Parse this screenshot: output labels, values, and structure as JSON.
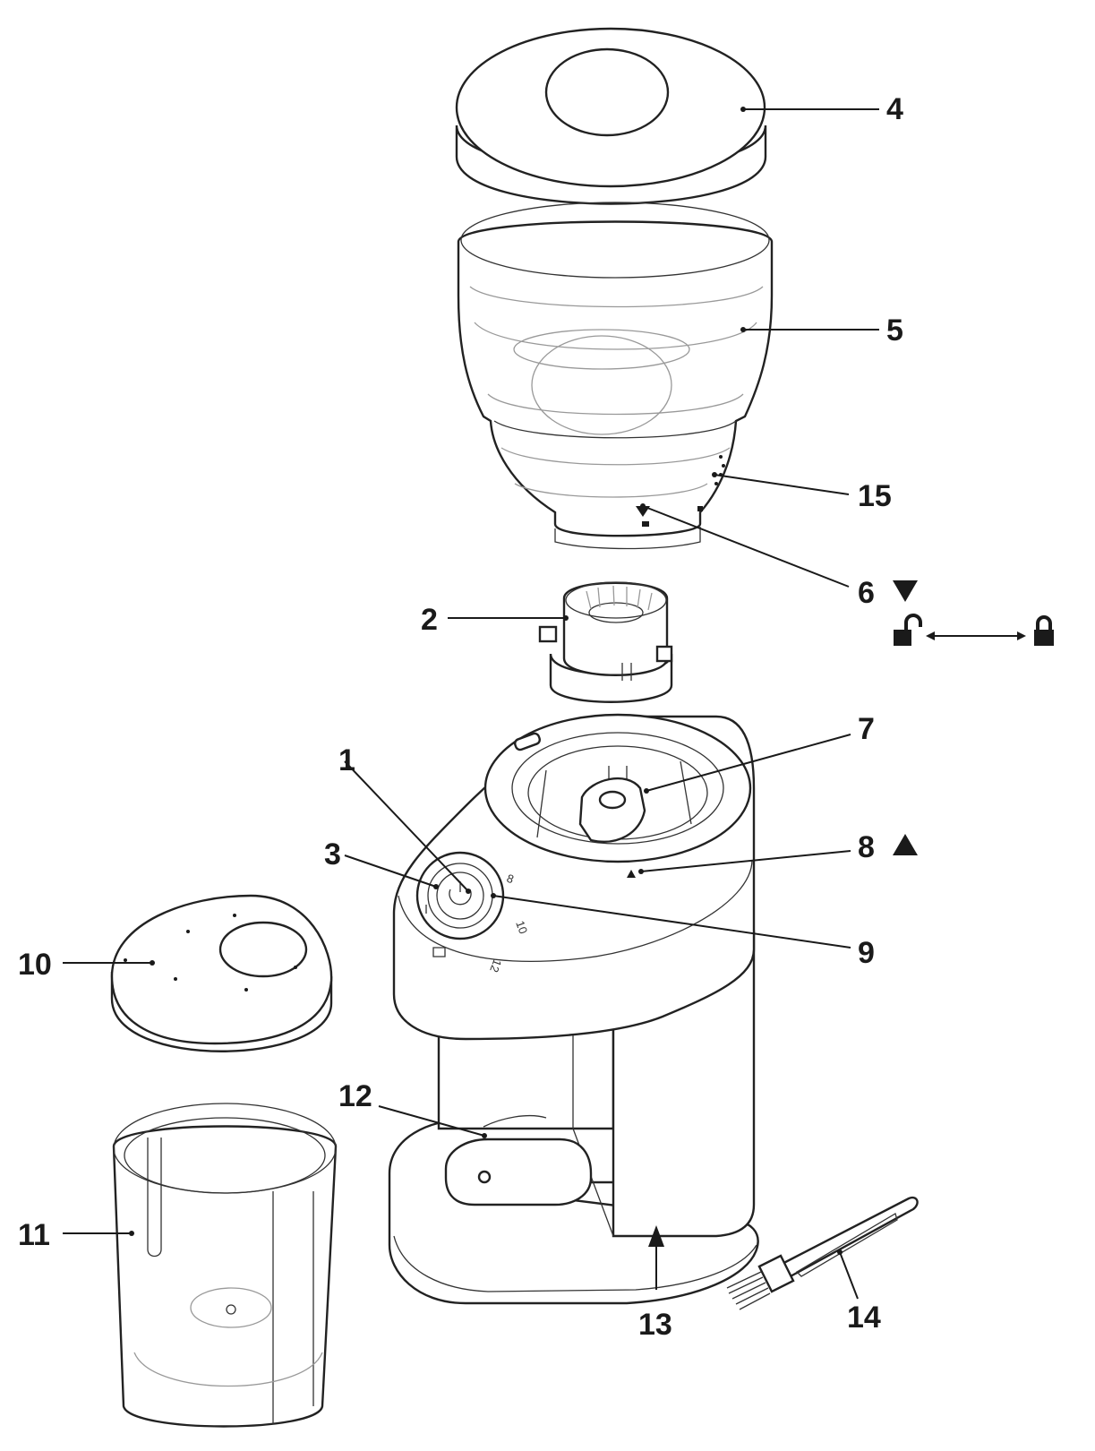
{
  "callouts": [
    {
      "id": "1",
      "text": "1"
    },
    {
      "id": "2",
      "text": "2"
    },
    {
      "id": "3",
      "text": "3"
    },
    {
      "id": "4",
      "text": "4"
    },
    {
      "id": "5",
      "text": "5"
    },
    {
      "id": "6",
      "text": "6"
    },
    {
      "id": "7",
      "text": "7"
    },
    {
      "id": "8",
      "text": "8"
    },
    {
      "id": "9",
      "text": "9"
    },
    {
      "id": "10",
      "text": "10"
    },
    {
      "id": "11",
      "text": "11"
    },
    {
      "id": "12",
      "text": "12"
    },
    {
      "id": "13",
      "text": "13"
    },
    {
      "id": "14",
      "text": "14"
    },
    {
      "id": "15",
      "text": "15"
    }
  ],
  "symbols": {
    "callout_6": "triangle-down-icon",
    "callout_8": "triangle-up-icon",
    "lock_legend": [
      "unlocked-padlock-icon",
      "double-arrow-icon",
      "locked-padlock-icon"
    ]
  },
  "dial": {
    "scale": [
      "8",
      "10",
      "12"
    ]
  },
  "colors": {
    "ink": "#1a1a1a",
    "background": "#ffffff"
  }
}
